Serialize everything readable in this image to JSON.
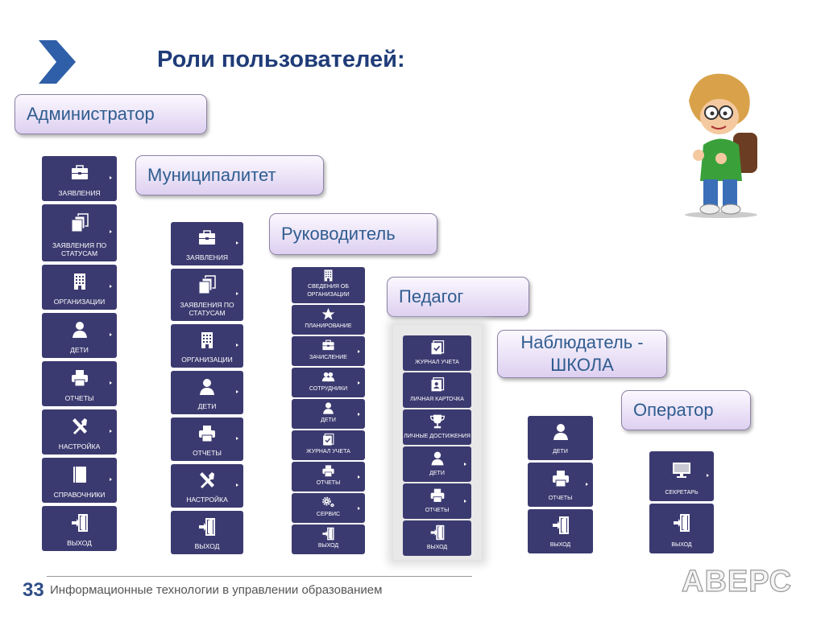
{
  "title": "Роли пользователей:",
  "roles": [
    {
      "label": "Администратор"
    },
    {
      "label": "Муниципалитет"
    },
    {
      "label": "Руководитель"
    },
    {
      "label": "Педагог"
    },
    {
      "label": "Наблюдатель - ШКОЛА"
    },
    {
      "label": "Оператор"
    }
  ],
  "columns": [
    {
      "name": "administrator-menu",
      "tiles": [
        {
          "label": "Заявления",
          "icon": "briefcase",
          "arrow": true
        },
        {
          "label": "Заявления по статусам",
          "icon": "documents",
          "arrow": true
        },
        {
          "label": "Организации",
          "icon": "building",
          "arrow": true
        },
        {
          "label": "Дети",
          "icon": "person",
          "arrow": true
        },
        {
          "label": "Отчеты",
          "icon": "printer",
          "arrow": true
        },
        {
          "label": "Настройка",
          "icon": "tools",
          "arrow": true
        },
        {
          "label": "Справочники",
          "icon": "book",
          "arrow": true
        },
        {
          "label": "Выход",
          "icon": "exit",
          "arrow": false
        }
      ]
    },
    {
      "name": "municipality-menu",
      "tiles": [
        {
          "label": "Заявления",
          "icon": "briefcase",
          "arrow": true
        },
        {
          "label": "Заявления по статусам",
          "icon": "documents",
          "arrow": true
        },
        {
          "label": "Организации",
          "icon": "building",
          "arrow": true
        },
        {
          "label": "Дети",
          "icon": "person",
          "arrow": true
        },
        {
          "label": "Отчеты",
          "icon": "printer",
          "arrow": true
        },
        {
          "label": "Настройка",
          "icon": "tools",
          "arrow": true
        },
        {
          "label": "Выход",
          "icon": "exit",
          "arrow": false
        }
      ]
    },
    {
      "name": "director-menu",
      "tiles": [
        {
          "label": "Сведения об организации",
          "icon": "building",
          "arrow": false
        },
        {
          "label": "Планирование",
          "icon": "star",
          "arrow": false
        },
        {
          "label": "Зачисление",
          "icon": "briefcase",
          "arrow": true
        },
        {
          "label": "Сотрудники",
          "icon": "people",
          "arrow": true
        },
        {
          "label": "Дети",
          "icon": "person",
          "arrow": true
        },
        {
          "label": "Журнал учета",
          "icon": "journal",
          "arrow": false
        },
        {
          "label": "Отчеты",
          "icon": "printer",
          "arrow": true
        },
        {
          "label": "Сервис",
          "icon": "gears",
          "arrow": true
        },
        {
          "label": "Выход",
          "icon": "exit",
          "arrow": false
        }
      ]
    },
    {
      "name": "teacher-menu",
      "tiles": [
        {
          "label": "Журнал учета",
          "icon": "journal",
          "arrow": false
        },
        {
          "label": "Личная карточка",
          "icon": "card",
          "arrow": false
        },
        {
          "label": "Личные достижения",
          "icon": "trophy",
          "arrow": false
        },
        {
          "label": "Дети",
          "icon": "person",
          "arrow": true
        },
        {
          "label": "Отчеты",
          "icon": "printer",
          "arrow": true
        },
        {
          "label": "Выход",
          "icon": "exit",
          "arrow": false
        }
      ]
    },
    {
      "name": "observer-menu",
      "tiles": [
        {
          "label": "Дети",
          "icon": "person",
          "arrow": false
        },
        {
          "label": "Отчеты",
          "icon": "printer",
          "arrow": true
        },
        {
          "label": "Выход",
          "icon": "exit",
          "arrow": false
        }
      ]
    },
    {
      "name": "operator-menu",
      "tiles": [
        {
          "label": "Секретарь",
          "icon": "monitor",
          "arrow": true
        },
        {
          "label": "Выход",
          "icon": "exit",
          "arrow": false
        }
      ]
    }
  ],
  "footer": {
    "page_number": "33",
    "text": "Информационные технологии в управлении образованием",
    "brand": "АВЕРС"
  },
  "colors": {
    "tile": "#3b3a70",
    "title": "#1f3c78",
    "role_text": "#2f5c8f"
  }
}
